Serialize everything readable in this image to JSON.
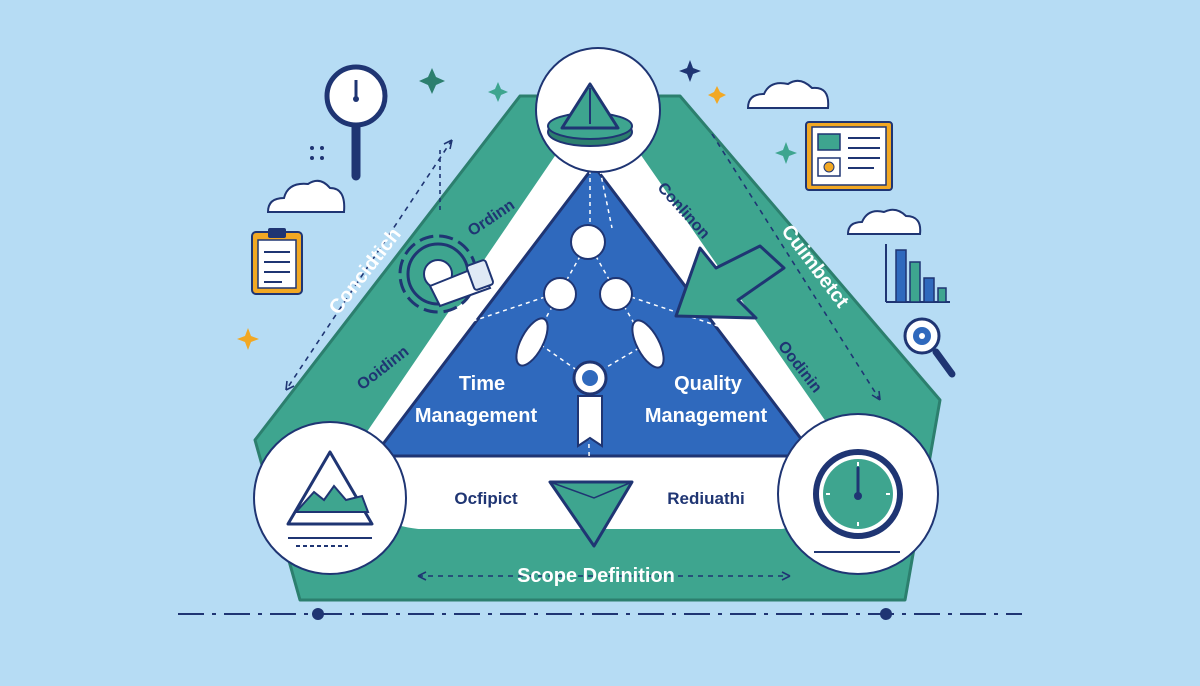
{
  "labels": {
    "time_line1": "Time",
    "time_line2": "Management",
    "quality_line1": "Quality",
    "quality_line2": "Management",
    "scope": "Scope Definition",
    "left_band": "Concidtich",
    "right_band": "Cuimbetct",
    "inner_left_upper": "Ordinn",
    "inner_left_lower": "Ooidinn",
    "inner_right_upper": "Conlinon",
    "inner_right_lower": "Oodinin",
    "bottom_left": "Ocfipict",
    "bottom_right": "Rediuathi"
  },
  "colors": {
    "background": "#b6dcf4",
    "teal": "#3ea58f",
    "teal_dark": "#2c7f6e",
    "blue": "#2f69bd",
    "navy": "#1f3573",
    "white": "#ffffff",
    "accent": "#f2a823"
  },
  "icons": [
    "magnifier-clock-icon",
    "sparkle-icon",
    "cloud-icon",
    "clipboard-icon",
    "compass-icon",
    "gear-icon",
    "wrench-icon",
    "arrow-icon",
    "document-icon",
    "bar-chart-icon",
    "magnifier-target-icon",
    "mountain-icon",
    "clock-icon",
    "gem-icon",
    "people-network-icon"
  ]
}
